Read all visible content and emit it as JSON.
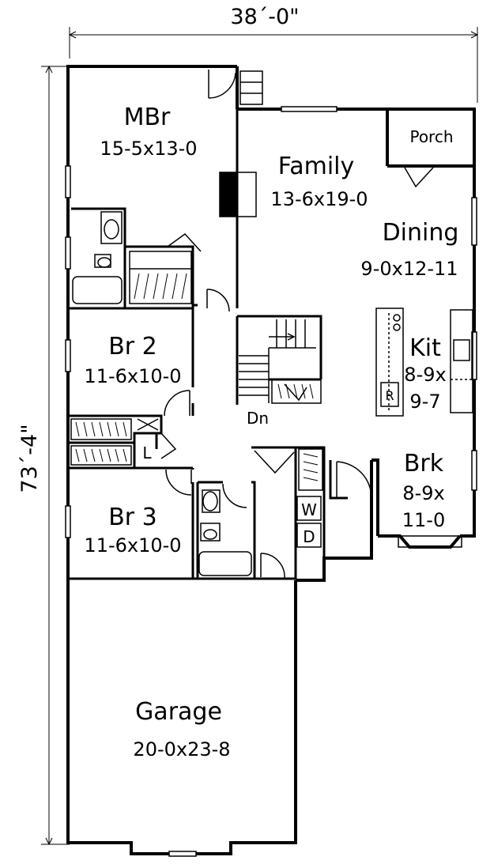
{
  "overall": {
    "width_label": "38´-0\"",
    "depth_label": "73´-4\""
  },
  "rooms": {
    "mbr": {
      "name": "MBr",
      "size": "15-5x13-0"
    },
    "family": {
      "name": "Family",
      "size": "13-6x19-0"
    },
    "porch": {
      "name": "Porch"
    },
    "dining": {
      "name": "Dining",
      "size": "9-0x12-11"
    },
    "kit": {
      "name": "Kit",
      "size_line1": "8-9x",
      "size_line2": "9-7"
    },
    "br2": {
      "name": "Br  2",
      "size": "11-6x10-0"
    },
    "br3": {
      "name": "Br  3",
      "size": "11-6x10-0"
    },
    "brk": {
      "name": "Brk",
      "size_line1": "8-9x",
      "size_line2": "11-0"
    },
    "garage": {
      "name": "Garage",
      "size": "20-0x23-8"
    }
  },
  "fixtures": {
    "linen": "L",
    "washer": "W",
    "dryer": "D",
    "refrigerator": "R",
    "stair": "Dn"
  }
}
